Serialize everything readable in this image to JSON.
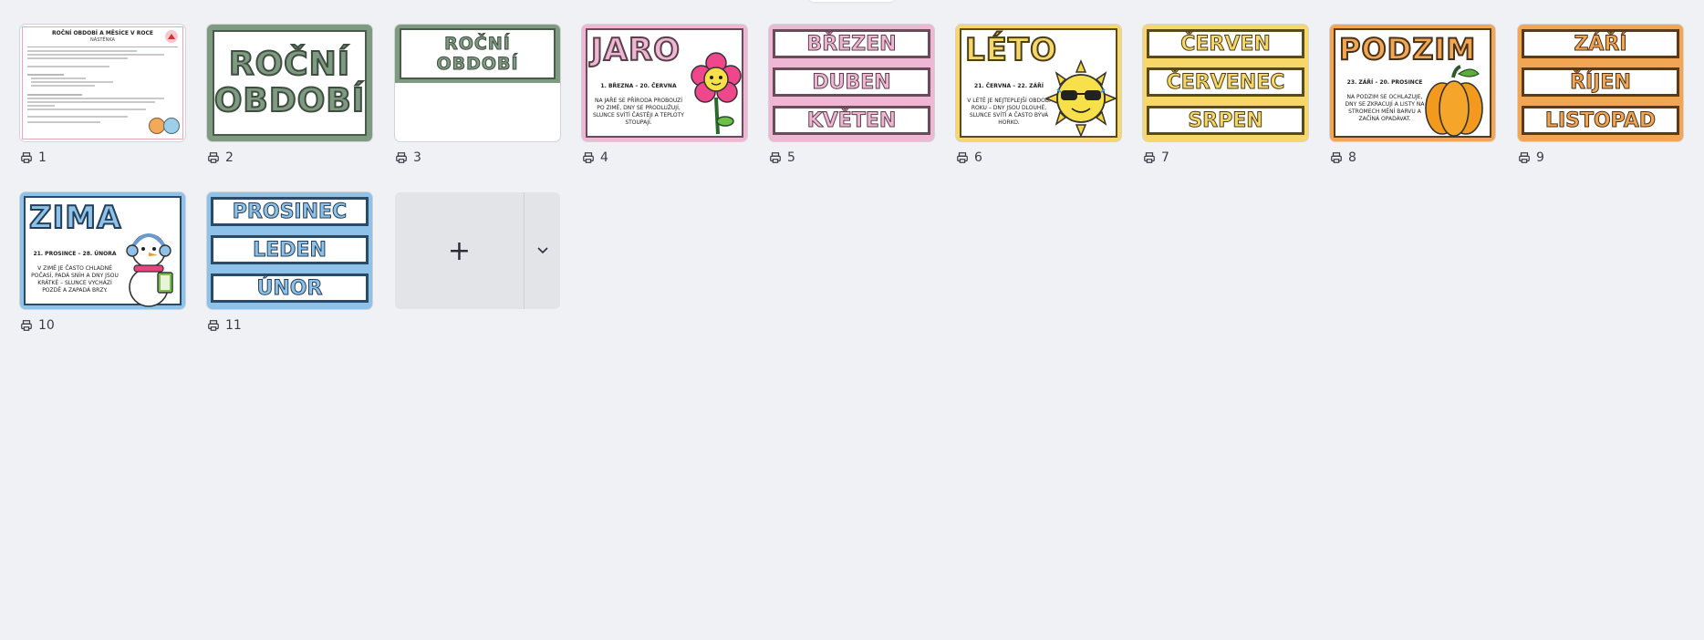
{
  "pages": [
    {
      "num": "1"
    },
    {
      "num": "2",
      "title_line1": "ROČNÍ",
      "title_line2": "OBDOBÍ"
    },
    {
      "num": "3",
      "title_line1": "ROČNÍ",
      "title_line2": "OBDOBÍ"
    },
    {
      "num": "4",
      "season": "JARO",
      "dates": "1. BŘEZNA – 20. ČERVNA",
      "text": "NA JAŘE SE PŘÍRODA PROBOUZÍ PO ZIMĚ, DNY SE PRODLUŽUJÍ, SLUNCE SVÍTÍ ČASTĚJI A TEPLOTY STOUPAJÍ."
    },
    {
      "num": "5",
      "months": [
        "BŘEZEN",
        "DUBEN",
        "KVĚTEN"
      ]
    },
    {
      "num": "6",
      "season": "LÉTO",
      "dates": "21. ČERVNA – 22. ZÁŘÍ",
      "text": "V LÉTĚ JE NEJTEPLEJŠÍ OBDOBÍ ROKU – DNY JSOU DLOUHÉ, SLUNCE SVÍTÍ A ČASTO BÝVÁ HORKO."
    },
    {
      "num": "7",
      "months": [
        "ČERVEN",
        "ČERVENEC",
        "SRPEN"
      ]
    },
    {
      "num": "8",
      "season": "PODZIM",
      "dates": "23. ZÁŘÍ – 20. PROSINCE",
      "text": "NA PODZIM SE OCHLAZUJE, DNY SE ZKRACUJÍ A LISTY NA STROMECH MĚNÍ BARVU A ZAČÍNÁ OPADÁVAT."
    },
    {
      "num": "9",
      "months": [
        "ZÁŘÍ",
        "ŘÍJEN",
        "LISTOPAD"
      ]
    },
    {
      "num": "10",
      "season": "ZIMA",
      "dates": "21. PROSINCE – 28. ÚNORA",
      "text": "V ZIMĚ JE ČASTO CHLADNÉ POČASÍ, PADÁ SNÍH A DNY JSOU KRÁTKÉ – SLUNCE VYCHÁZÍ POZDĚ A ZAPADÁ BRZY."
    },
    {
      "num": "11",
      "months": [
        "PROSINEC",
        "LEDEN",
        "ÚNOR"
      ]
    }
  ],
  "page1": {
    "title": "ROČNÍ OBDOBÍ A MĚSÍCE V ROCE",
    "subtitle": "NÁSTĚNKA"
  },
  "icons": {
    "page_label": "printer-icon",
    "add": "plus-icon",
    "expand": "chevron-down-icon"
  },
  "add_tile": {
    "symbol": "+"
  },
  "colors": {
    "background": "#f0f1f5",
    "green": "#7e9a80",
    "pink": "#efb7d3",
    "yellow": "#f7d769",
    "orange": "#f2a654",
    "blue": "#8ec2e8"
  }
}
